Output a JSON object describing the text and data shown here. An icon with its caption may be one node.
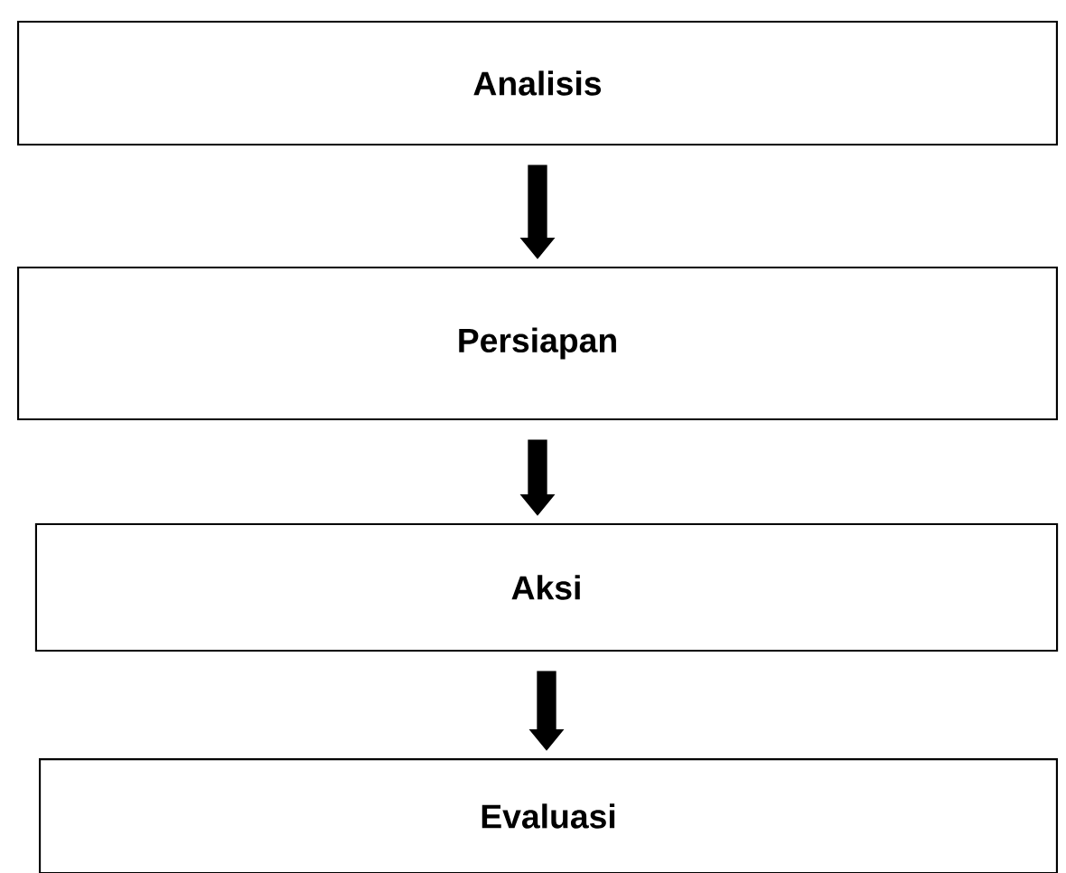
{
  "diagram": {
    "nodes": [
      {
        "text": [
          "Analisis"
        ]
      },
      {
        "text": [
          "Persiapan"
        ]
      },
      {
        "text": [
          "Aksi"
        ]
      },
      {
        "text": [
          "Evaluasi"
        ]
      }
    ],
    "edges": [
      {
        "from": 0,
        "to": 1,
        "arrow": "to"
      },
      {
        "from": 1,
        "to": 2,
        "arrow": "to"
      },
      {
        "from": 2,
        "to": 3,
        "arrow": "to"
      }
    ]
  }
}
